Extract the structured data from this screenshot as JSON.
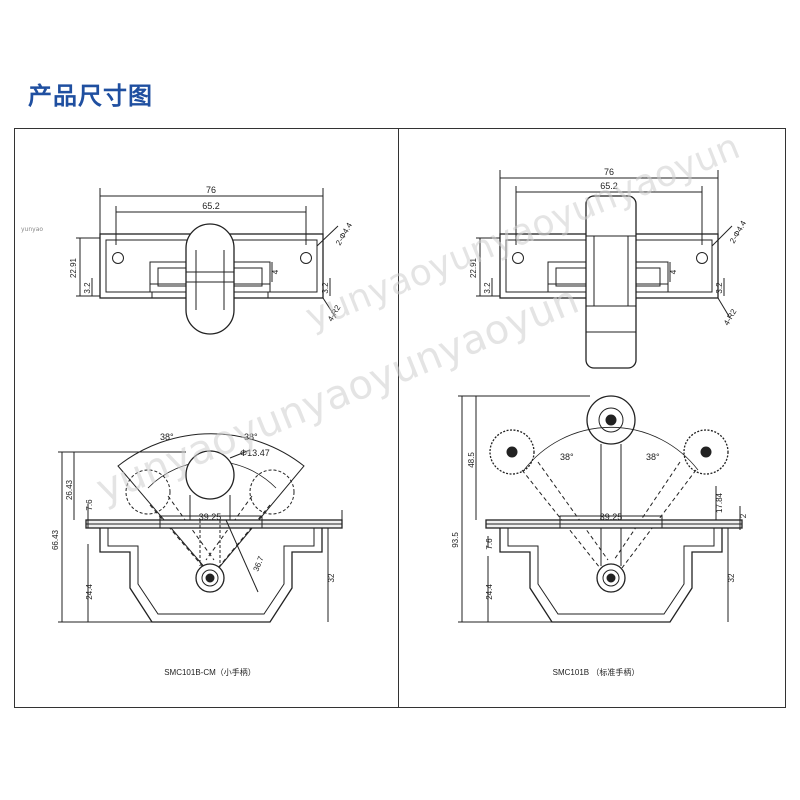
{
  "page": {
    "title": "产品尺寸图"
  },
  "left": {
    "dims": {
      "overall": "76",
      "inner": "65.2",
      "hole": "2-Φ4.4",
      "h1": "22.91",
      "h2": "3.2",
      "h3": "3.2",
      "t4": "4",
      "r": "4-R2",
      "ang1": "38°",
      "ang2": "38°",
      "dia": "Φ13.47",
      "v1": "66.43",
      "v2": "26.43",
      "v3": "7.6",
      "v4": "24.4",
      "v5": "32",
      "w": "39.25",
      "d": "36.7"
    },
    "caption": "SMC101B-CM（小手柄）"
  },
  "right": {
    "dims": {
      "overall": "76",
      "inner": "65.2",
      "hole": "2-Φ4.4",
      "h1": "22.91",
      "h2": "3.2",
      "h3": "3.2",
      "t4": "4",
      "r": "4-R2",
      "ang1": "38°",
      "ang2": "38°",
      "v1": "93.5",
      "v2": "48.5",
      "v3": "7.6",
      "v4": "24.4",
      "v5": "32",
      "w": "39.25",
      "h6": "17.84",
      "h7": "2"
    },
    "caption": "SMC101B （标准手柄）"
  },
  "watermark": "yunyaoyunyaoyunyaoyun",
  "mini_mark": "yunyao"
}
